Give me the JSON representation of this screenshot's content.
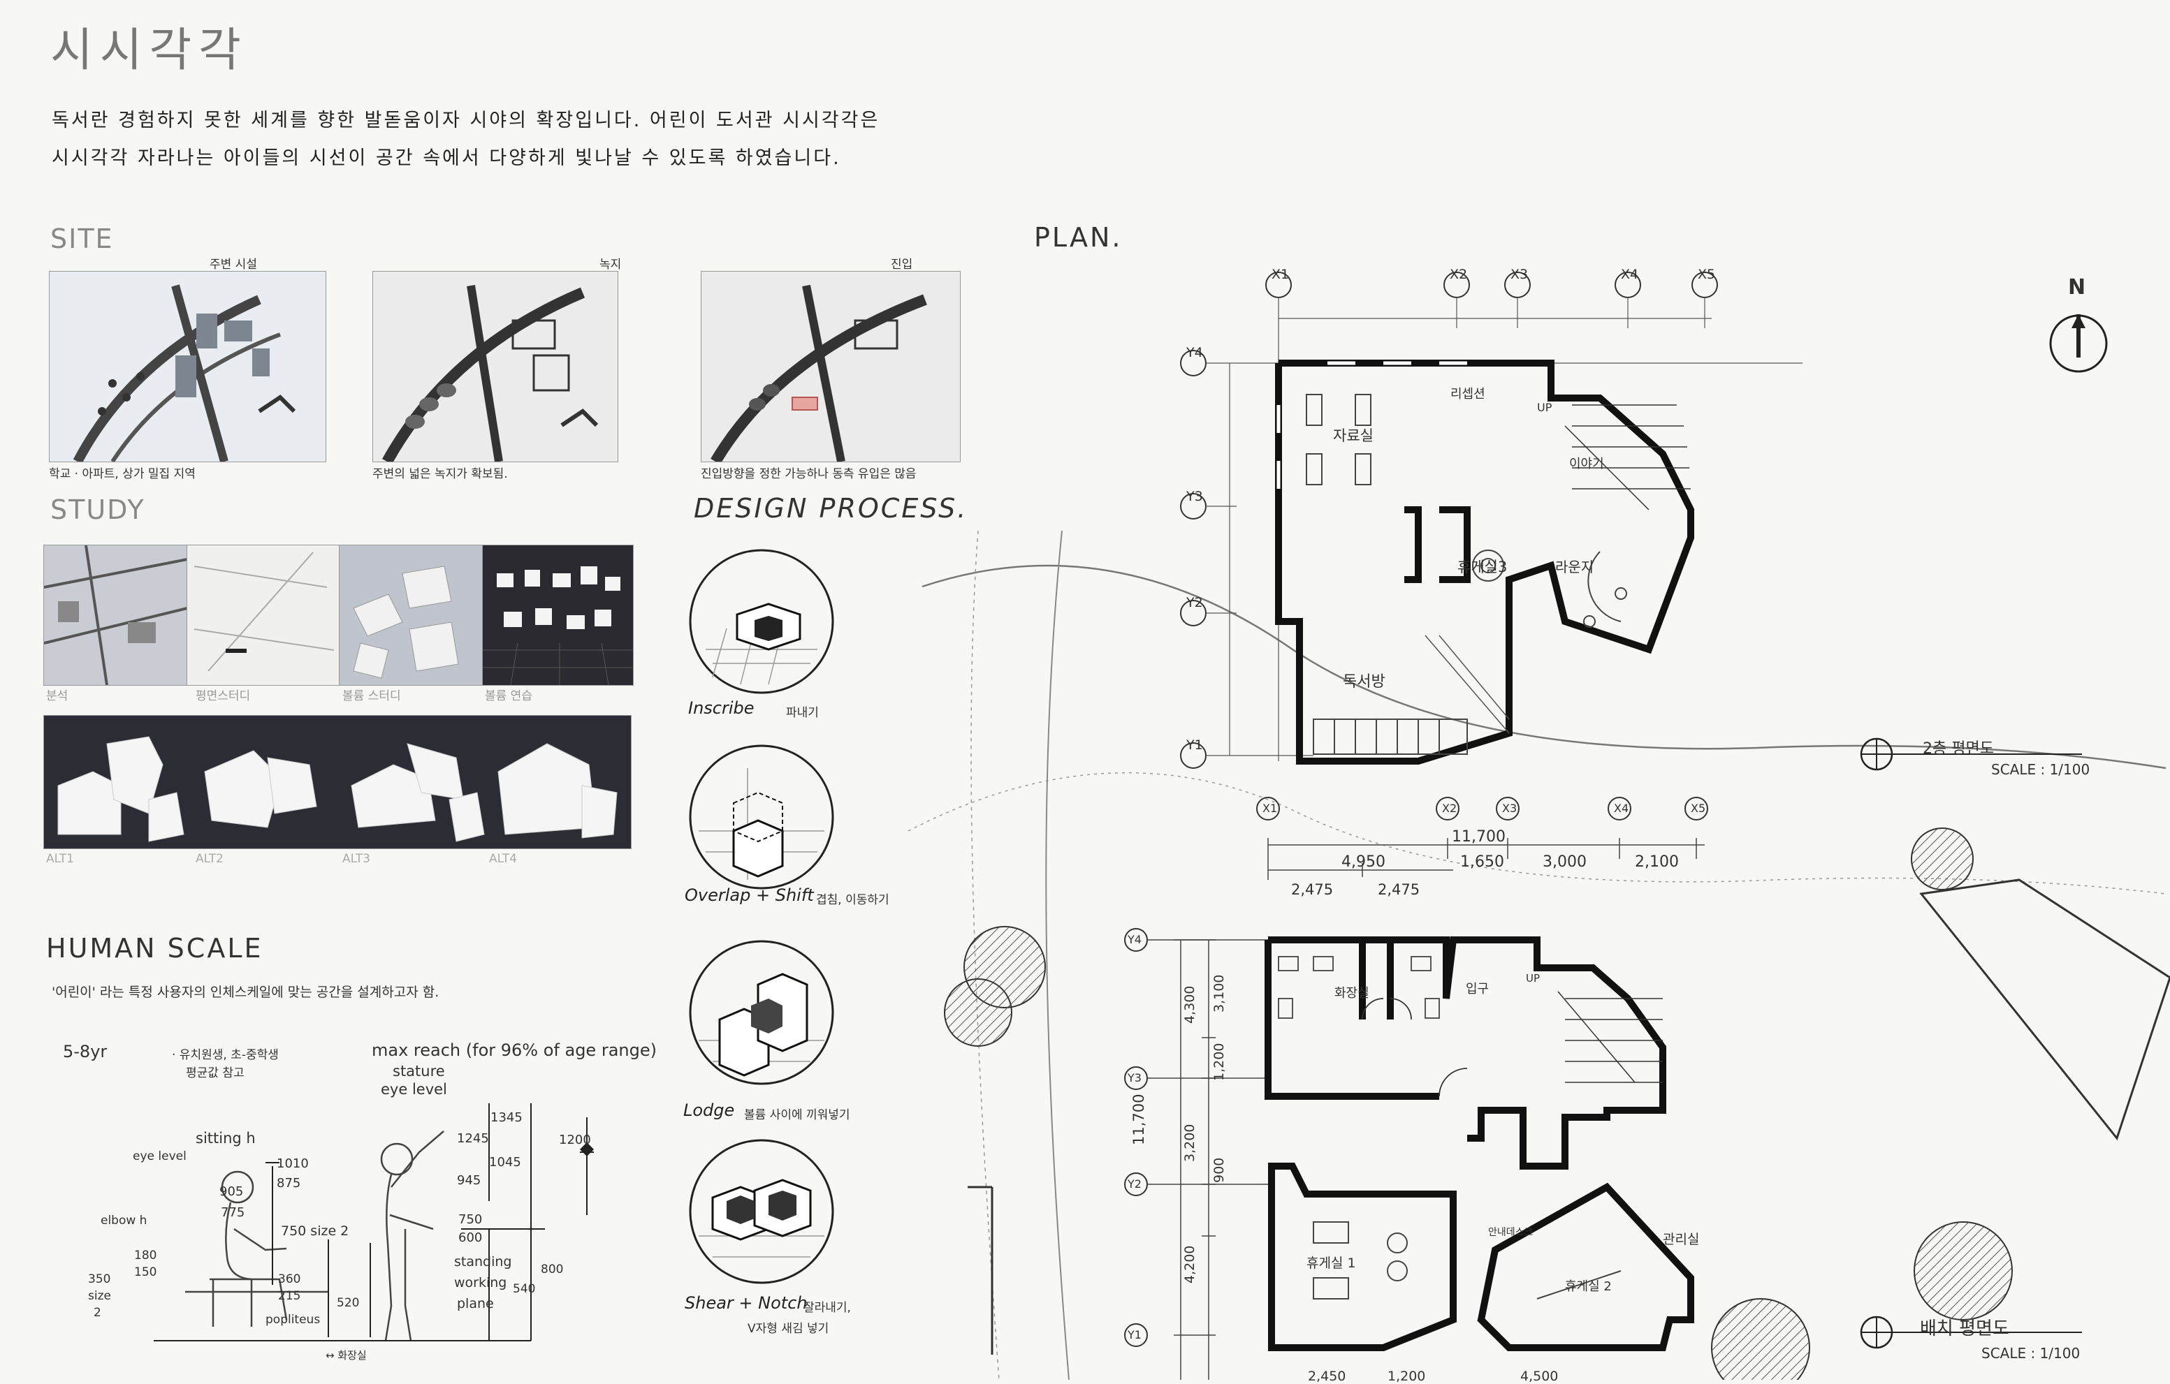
{
  "title": "시시각각",
  "intro": {
    "line1": "독서란 경험하지 못한 세계를 향한 발돋움이자 시야의 확장입니다. 어린이 도서관 시시각각은",
    "line2": "시시각각 자라나는 아이들의 시선이 공간 속에서 다양하게 빛나날 수 있도록 하였습니다."
  },
  "site": {
    "heading": "SITE",
    "maps": [
      {
        "label": "주변 시설",
        "caption": "학교 · 아파트, 상가 밀집 지역"
      },
      {
        "label": "녹지",
        "caption": "주변의 넓은 녹지가 확보됨."
      },
      {
        "label": "진입",
        "caption": "진입방향을 정한 가능하나 동측 유입은 많음"
      }
    ]
  },
  "study": {
    "heading": "STUDY",
    "photos": [
      "분석",
      "평면스터디",
      "볼륨 스터디",
      "볼륨 연습"
    ],
    "models": [
      "ALT1",
      "ALT2",
      "ALT3",
      "ALT4"
    ]
  },
  "design_process": {
    "heading": "DESIGN PROCESS.",
    "steps": [
      {
        "label": "Inscribe",
        "sub": "파내기"
      },
      {
        "label": "Overlap + Shift",
        "sub": "겹침, 이동하기"
      },
      {
        "label": "Lodge",
        "sub": "볼륨 사이에 끼워넣기"
      },
      {
        "label": "Shear + Notch",
        "sub": "잘라내기,",
        "sub2": "V자형 새김 넣기"
      }
    ]
  },
  "human_scale": {
    "heading": "HUMAN SCALE",
    "desc": "'어린이' 라는 특정 사용자의 인체스케일에 맞는 공간을 설계하고자 함.",
    "age": "5-8yr",
    "note1": "· 유치원생, 초-중학생",
    "note2": "평균값 참고",
    "max_reach": "max reach (for 96% of age range)",
    "stature": "stature",
    "eye_level_r": "eye level",
    "sitting_h": "sitting h",
    "eye_level_l": "eye level",
    "elbow_h": "elbow h",
    "size2": "750 size 2",
    "popliteus": "popliteus",
    "standing": "standing",
    "working": "working",
    "plane": "plane",
    "dims": {
      "d1010": "1010",
      "d875": "875",
      "d905": "905",
      "d775": "775",
      "d180": "180",
      "d150": "150",
      "d350": "350",
      "d360": "360",
      "d215": "215",
      "d1345": "1345",
      "d1245": "1245",
      "d1045": "1045",
      "d945": "945",
      "d1200": "1200",
      "d750": "750",
      "d600": "600",
      "d800": "800",
      "d540": "540",
      "d520": "520",
      "ground": "↔ 화장실",
      "size_left": "size",
      "n2": "2"
    }
  },
  "plan": {
    "heading": "PLAN.",
    "north": "N",
    "grid_top": [
      "X1",
      "X2",
      "X3",
      "X4",
      "X5"
    ],
    "grid_left_upper": [
      "Y4",
      "Y3",
      "Y2",
      "Y1"
    ],
    "grid_left_lower": [
      "Y4",
      "Y3",
      "Y2",
      "Y1"
    ],
    "upper_rooms": {
      "jaryo": "자료실",
      "rest3": "휴게실3",
      "reading": "독서방",
      "library": "라운지",
      "story": "이야기",
      "stairs": "리셉션",
      "up": "UP"
    },
    "upper_scale": {
      "title": "2층 평면도",
      "scale": "SCALE : 1/100"
    },
    "lower_dims": {
      "total": "11,700",
      "seg": [
        "4,950",
        "1,650",
        "3,000",
        "2,100"
      ],
      "sub": [
        "2,475",
        "2,475"
      ],
      "vert_total": "11,700",
      "vert": [
        "4,300",
        "3,100",
        "1,200",
        "3,200",
        "900",
        "4,200"
      ],
      "bottom": [
        "2,450",
        "1,200",
        "4,500"
      ]
    },
    "lower_rooms": {
      "toilet": "화장실",
      "entry": "입구",
      "rest1": "휴게실 1",
      "rest2": "휴게실 2",
      "office": "관리실",
      "info": "안내데스크",
      "up": "UP"
    },
    "lower_scale": {
      "title": "배치 평면도",
      "scale": "SCALE : 1/100"
    }
  }
}
